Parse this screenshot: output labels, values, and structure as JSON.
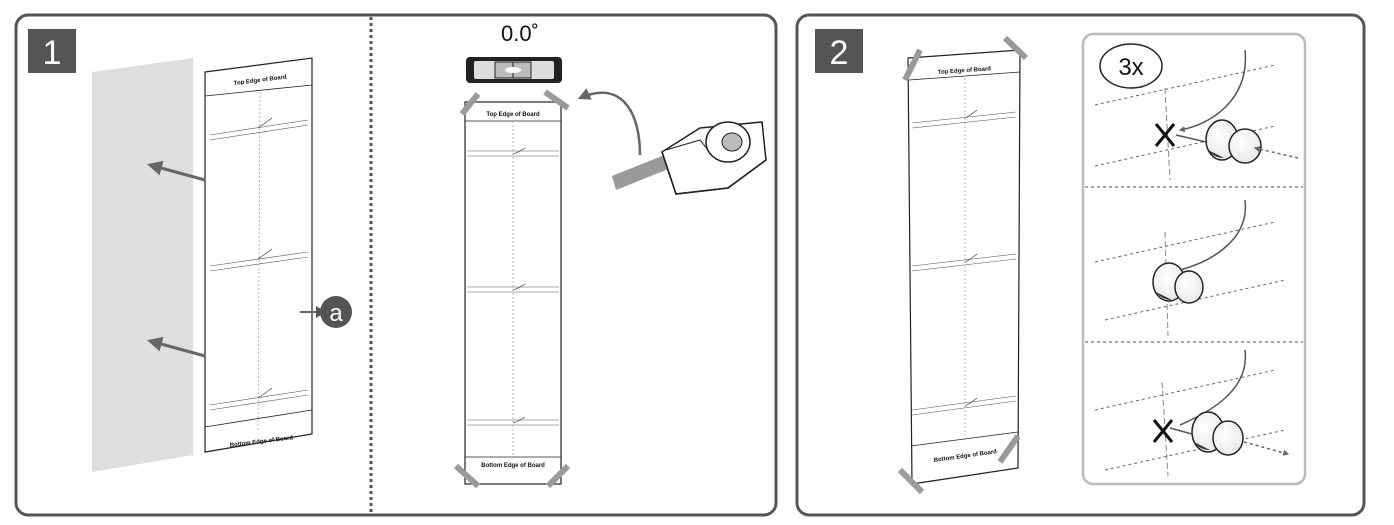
{
  "steps": {
    "step1": "1",
    "step2": "2"
  },
  "callout_a": "a",
  "level_reading": "0.0˚",
  "repeat_label": "3x",
  "template": {
    "top_edge": "Top Edge of Board",
    "bottom_edge": "Bottom Edge of Board"
  },
  "colors": {
    "frame": "#555555",
    "badge": "#555555",
    "tape": "#9a9a9a",
    "wall": "#dedede",
    "arrow": "#666666",
    "mark": "#111111"
  },
  "icons": [
    "arrow-icon",
    "level-icon",
    "tape-dispenser-icon",
    "push-pin-icon",
    "x-mark-icon",
    "curved-arrow-icon"
  ]
}
